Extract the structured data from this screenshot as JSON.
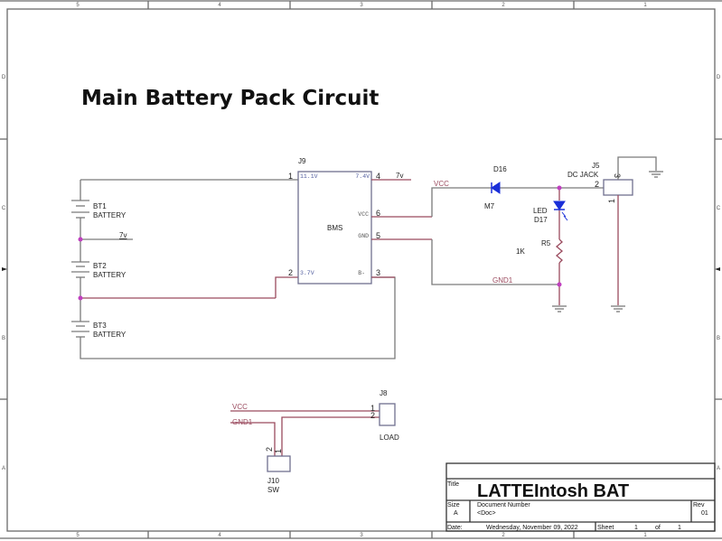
{
  "sheet_title": "Main Battery Pack Circuit",
  "border": {
    "columns": [
      "5",
      "4",
      "3",
      "2",
      "1"
    ],
    "rows": [
      "D",
      "C",
      "B",
      "A"
    ]
  },
  "components": {
    "batteries": [
      {
        "ref": "BT1",
        "value": "BATTERY"
      },
      {
        "ref": "BT2",
        "value": "BATTERY"
      },
      {
        "ref": "BT3",
        "value": "BATTERY"
      }
    ],
    "bms": {
      "ref": "J9",
      "name": "BMS",
      "pins": [
        {
          "num": "1",
          "label": "11.1V"
        },
        {
          "num": "4",
          "label": "7.4V"
        },
        {
          "num": "6",
          "label": "VCC"
        },
        {
          "num": "5",
          "label": "GND"
        },
        {
          "num": "2",
          "label": "3.7V"
        },
        {
          "num": "3",
          "label": "B-"
        }
      ]
    },
    "d16": {
      "ref": "D16",
      "value": "M7"
    },
    "d17": {
      "ref": "D17",
      "value": "LED"
    },
    "r5": {
      "ref": "R5",
      "value": "1K"
    },
    "j5": {
      "ref": "J5",
      "value": "DC JACK",
      "pins": [
        "2",
        "3",
        "1"
      ]
    },
    "j8": {
      "ref": "J8",
      "value": "LOAD",
      "pins": [
        "1",
        "2"
      ]
    },
    "j10": {
      "ref": "J10",
      "value": "SW",
      "pins": [
        "2",
        "1"
      ]
    }
  },
  "nets": {
    "v7_bat": "7v",
    "v7_bms": "7v",
    "vcc": "VCC",
    "gnd1": "GND1",
    "vcc_load": "VCC",
    "gnd1_load": "GND1"
  },
  "title_block": {
    "title_label": "Title",
    "title": "LATTEIntosh BAT",
    "size_label": "Size",
    "size": "A",
    "doc_label": "Document Number",
    "doc": "<Doc>",
    "rev_label": "Rev",
    "rev": "01",
    "date_label": "Date:",
    "date": "Wednesday, November 09, 2022",
    "sheet_label": "Sheet",
    "sheet": "1",
    "of_label": "of",
    "sheets": "1"
  }
}
